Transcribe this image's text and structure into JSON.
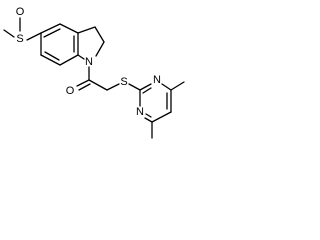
{
  "molecule": {
    "atoms": {
      "sulfoxide_S": "S",
      "sulfoxide_O": "O",
      "indoline_N": "N",
      "carbonyl_O": "O",
      "thioether_S": "S",
      "pyrimidine_N_top": "N",
      "pyrimidine_N_bottom": "N"
    }
  }
}
